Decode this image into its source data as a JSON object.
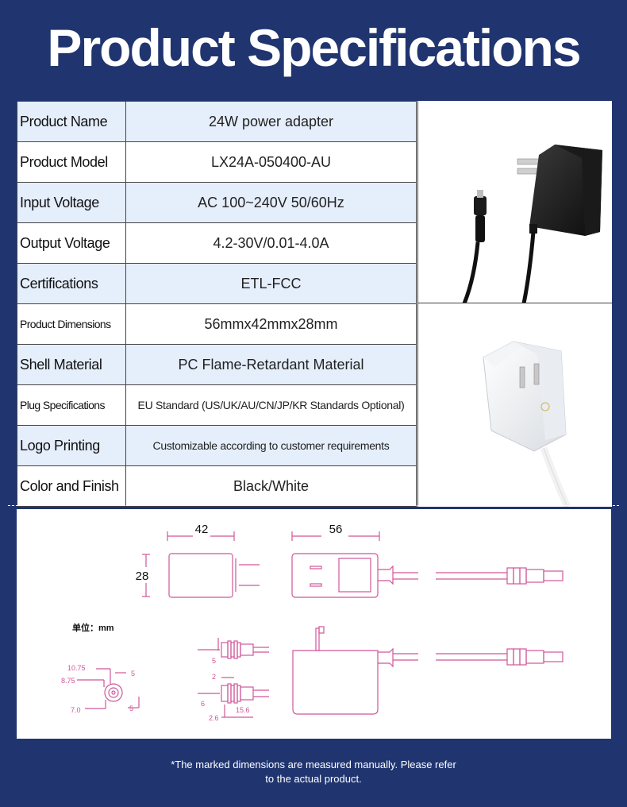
{
  "title": "Product Specifications",
  "specs": [
    {
      "label": "Product Name",
      "value": "24W power adapter"
    },
    {
      "label": "Product Model",
      "value": "LX24A-050400-AU"
    },
    {
      "label": "Input Voltage",
      "value": "AC 100~240V 50/60Hz"
    },
    {
      "label": "Output Voltage",
      "value": "4.2-30V/0.01-4.0A"
    },
    {
      "label": "Certifications",
      "value": "ETL-FCC"
    },
    {
      "label": "Product Dimensions",
      "value": "56mmx42mmx28mm"
    },
    {
      "label": "Shell Material",
      "value": "PC Flame-Retardant Material"
    },
    {
      "label": "Plug Specifications",
      "value": "EU Standard (US/UK/AU/CN/JP/KR Standards Optional)"
    },
    {
      "label": "Logo Printing",
      "value": "Customizable according to customer requirements"
    },
    {
      "label": "Color and Finish",
      "value": "Black/White"
    }
  ],
  "drawing": {
    "dim_width": "42",
    "dim_length": "56",
    "dim_height": "28",
    "unit_label": "单位：mm",
    "dc_dims": {
      "a": "10.75",
      "b": "8.75",
      "c": "7.0",
      "d": "5",
      "e": "5"
    },
    "pin_dims": {
      "p1": "5",
      "p2": "2",
      "p3": "6",
      "p4": "15.6",
      "p5": "2.6"
    }
  },
  "footnote": {
    "line1": "*The marked dimensions are measured manually. Please refer",
    "line2": "to the actual product."
  },
  "colors": {
    "background": "#203570",
    "row_shade": "#e5eefb",
    "drawing_pink": "#d0569a"
  }
}
